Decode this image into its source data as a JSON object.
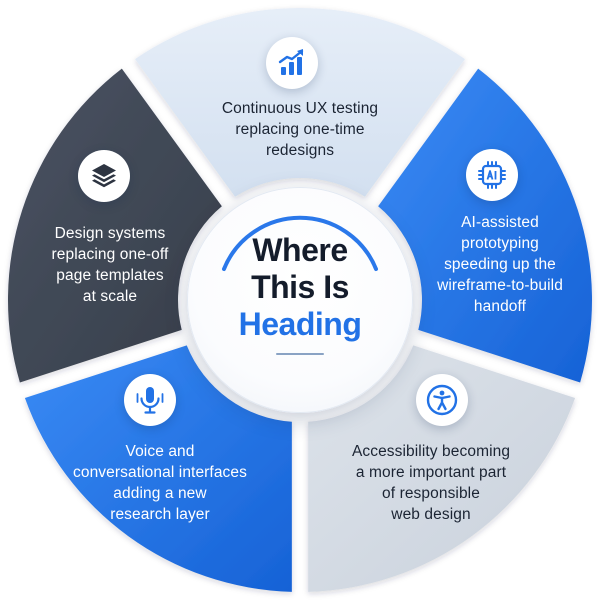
{
  "colors": {
    "accent_blue": "#2272e6",
    "slate": "#3f4754",
    "light_blue": "#dbe6f3",
    "light_gray": "#d3dae4",
    "heading_dark": "#141c2b",
    "white": "#ffffff"
  },
  "center": {
    "line1": "Where",
    "line2": "This Is",
    "line3": "Heading"
  },
  "segments": [
    {
      "id": "ux-testing",
      "text": "Continuous UX testing\nreplacing one-time\nredesigns",
      "icon": "bar-chart-trend-icon"
    },
    {
      "id": "ai-prototyping",
      "text": "AI-assisted\nprototyping\nspeeding up the\nwireframe-to-build\nhandoff",
      "icon": "ai-chip-icon"
    },
    {
      "id": "accessibility",
      "text": "Accessibility becoming\na more important part\nof responsible\nweb design",
      "icon": "accessibility-person-icon"
    },
    {
      "id": "voice",
      "text": "Voice and\nconversational interfaces\nadding a new\nresearch layer",
      "icon": "microphone-icon"
    },
    {
      "id": "design-systems",
      "text": "Design systems\nreplacing one-off\npage templates\nat scale",
      "icon": "layers-stack-icon"
    }
  ]
}
